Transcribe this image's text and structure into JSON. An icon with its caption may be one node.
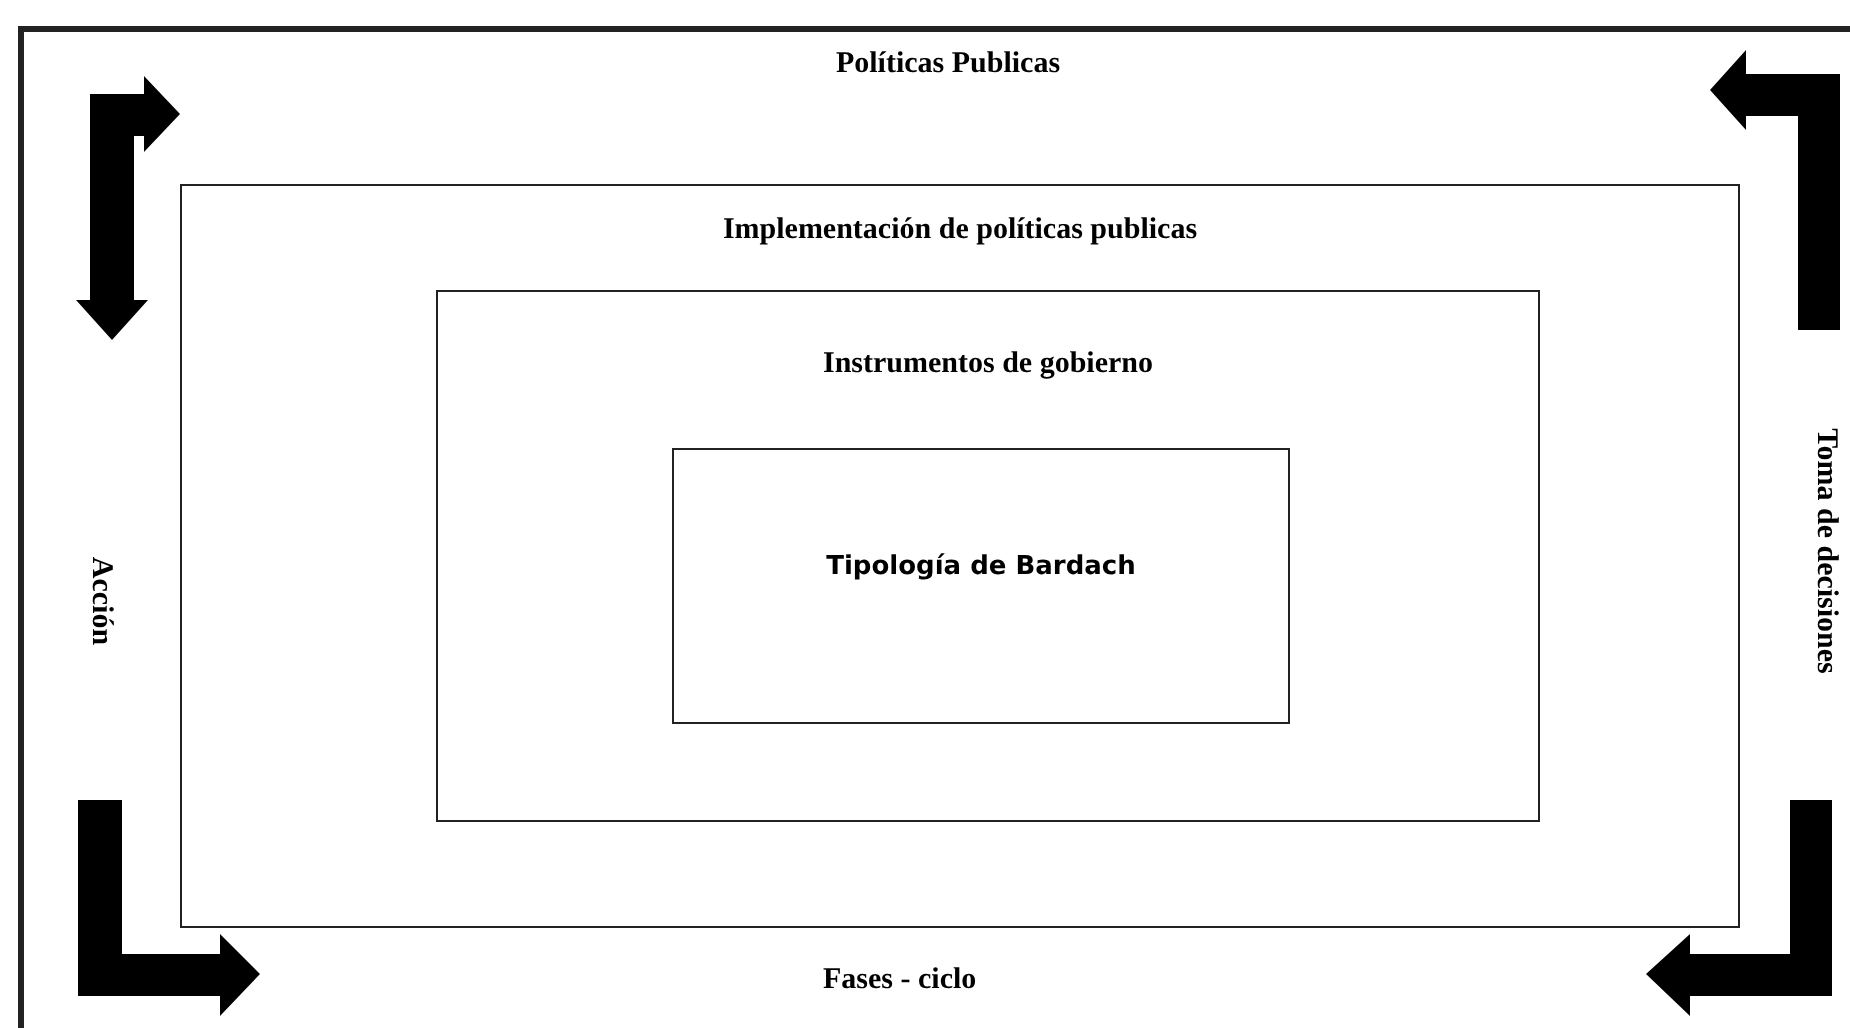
{
  "diagram": {
    "nodes": [
      {
        "text": [
          "Políticas Publicas"
        ]
      },
      {
        "text": [
          "Implementación de políticas publicas"
        ],
        "in": 0
      },
      {
        "text": [
          "Instrumentos de gobierno"
        ],
        "in": 1
      },
      {
        "text": [
          "Tipología de Bardach"
        ],
        "in": 2
      }
    ],
    "labels": [
      "Acción",
      "Toma de decisiones",
      "Fases - ciclo"
    ]
  }
}
